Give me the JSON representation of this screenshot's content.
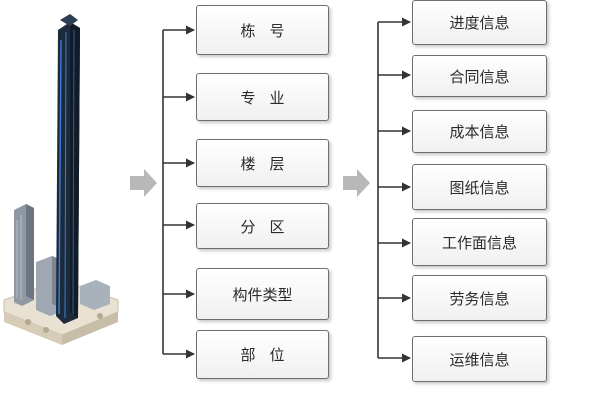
{
  "attributes": [
    "栋号",
    "专业",
    "楼层",
    "分区",
    "构件类型",
    "部位"
  ],
  "information": [
    "进度信息",
    "合同信息",
    "成本信息",
    "图纸信息",
    "工作面信息",
    "劳务信息",
    "运维信息"
  ],
  "colors": {
    "box_border": "#6e6e6e",
    "connector": "#333333",
    "flow_arrow": "#b8b8b8",
    "tower": "#1c2a3a",
    "tower_accent": "#3b7dd8"
  },
  "icons": [
    "building-model-image",
    "flow-arrow-icon"
  ]
}
